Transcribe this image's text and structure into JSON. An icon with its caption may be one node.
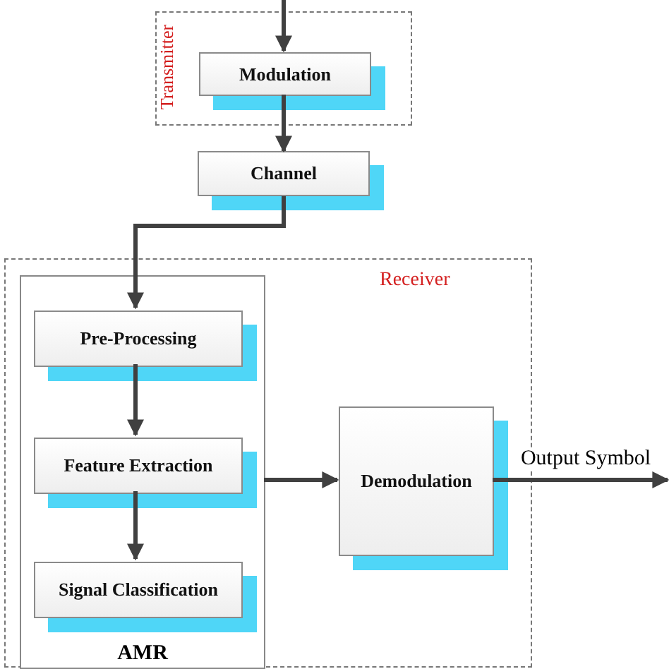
{
  "diagram": {
    "nodes": [
      {
        "text": [
          "Transmitter"
        ]
      },
      {
        "text": [
          "Modulation"
        ],
        "in": 0
      },
      {
        "text": [
          "Channel"
        ]
      },
      {
        "text": [
          "Receiver"
        ]
      },
      {
        "text": [
          "AMR"
        ],
        "in": 3
      },
      {
        "text": [
          "Pre-Processing"
        ],
        "in": 4
      },
      {
        "text": [
          "Feature Extraction"
        ],
        "in": 4
      },
      {
        "text": [
          "Signal Classification"
        ],
        "in": 4
      },
      {
        "text": [
          "Demodulation"
        ],
        "in": 3
      }
    ],
    "edges": [
      {
        "from": null,
        "to": 1,
        "arrow": "to"
      },
      {
        "from": 1,
        "to": 2,
        "arrow": "to"
      },
      {
        "from": 2,
        "to": 5,
        "arrow": "to"
      },
      {
        "from": 5,
        "to": 6,
        "arrow": "to"
      },
      {
        "from": 6,
        "to": 7,
        "arrow": "to"
      },
      {
        "from": 4,
        "to": 8,
        "arrow": "to"
      },
      {
        "from": 8,
        "to": null,
        "arrow": "to",
        "label": "Output Symbol"
      }
    ]
  }
}
